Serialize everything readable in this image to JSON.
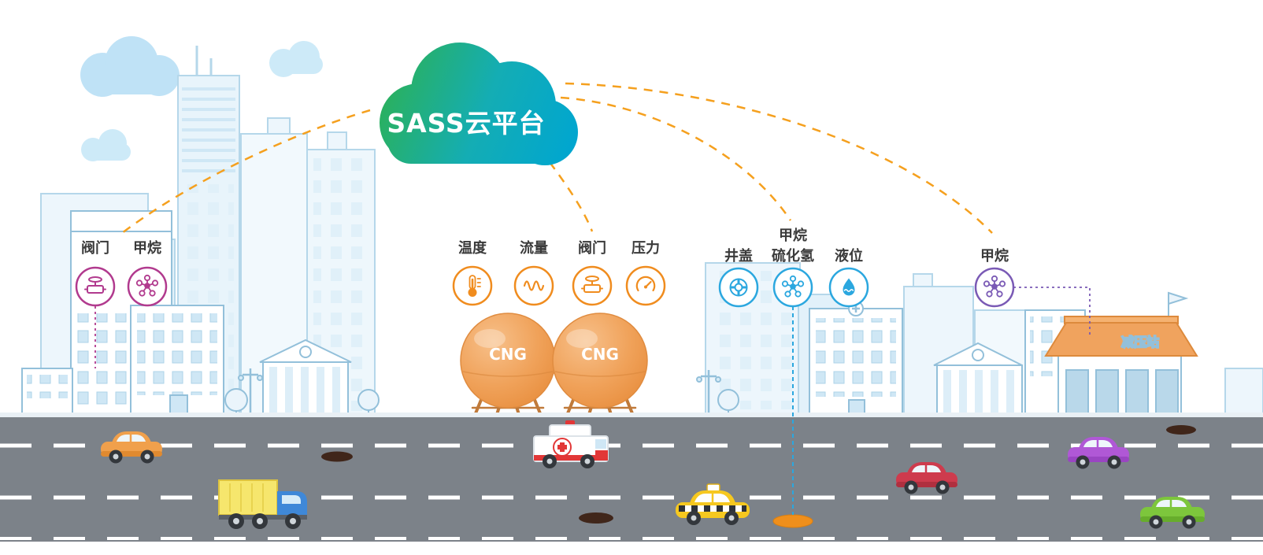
{
  "scene": {
    "cloud": {
      "label": "SASS云平台",
      "color_start": "#2fb14c",
      "color_end": "#00a6d0"
    },
    "connection_color": "#f5a01e",
    "groups": {
      "city": {
        "color": "#b13a8e",
        "items": [
          {
            "label": "阀门",
            "icon": "valve-icon"
          },
          {
            "label": "甲烷",
            "icon": "molecule-icon"
          }
        ]
      },
      "cng": {
        "color": "#f08c1e",
        "items": [
          {
            "label": "温度",
            "icon": "thermometer-icon"
          },
          {
            "label": "流量",
            "icon": "flow-icon"
          },
          {
            "label": "阀门",
            "icon": "valve-icon"
          },
          {
            "label": "压力",
            "icon": "gauge-icon"
          }
        ]
      },
      "pipeline": {
        "color": "#2ba7df",
        "items": [
          {
            "label": "井盖",
            "icon": "manhole-icon"
          },
          {
            "label": "甲烷",
            "sublabel": "硫化氢",
            "icon": "molecule-icon"
          },
          {
            "label": "液位",
            "icon": "level-icon"
          }
        ]
      },
      "station": {
        "color": "#7a5ab5",
        "items": [
          {
            "label": "甲烷",
            "icon": "molecule-icon"
          }
        ]
      }
    },
    "tanks": {
      "label": "CNG"
    },
    "pressure_station": {
      "label": "减压站"
    }
  }
}
